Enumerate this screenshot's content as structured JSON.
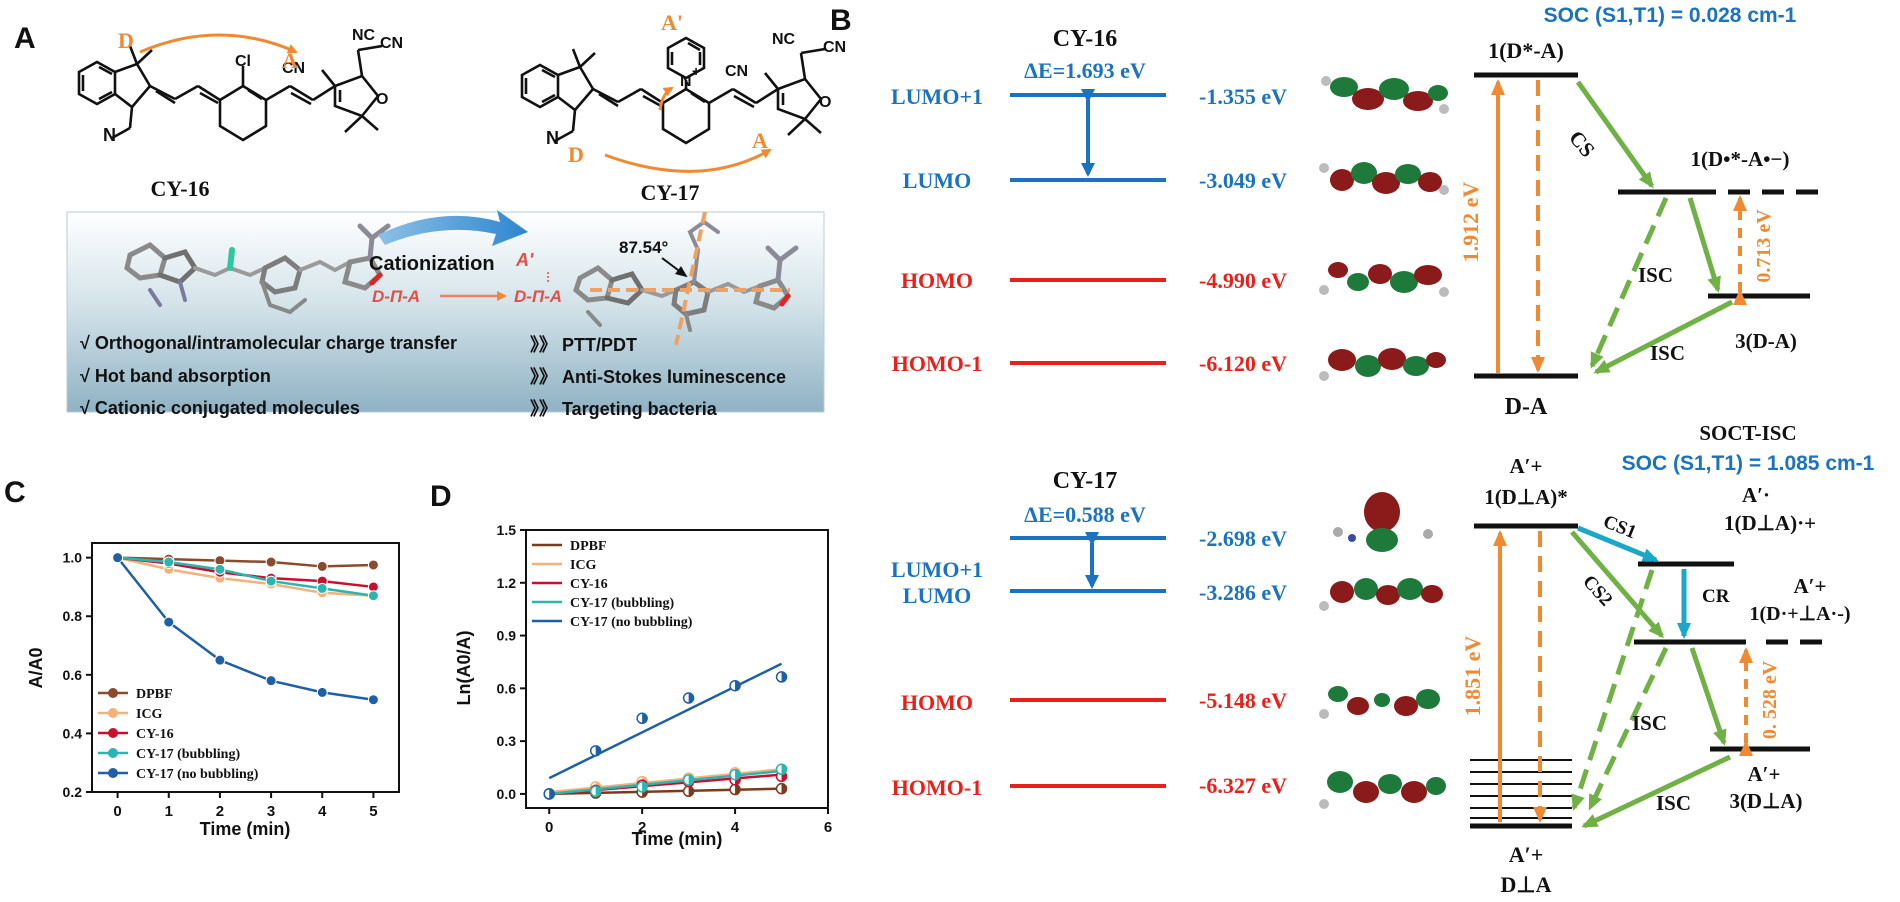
{
  "panel_labels": {
    "a": "A",
    "b": "B",
    "c": "C",
    "d": "D"
  },
  "panelA": {
    "cy16": {
      "name": "CY-16",
      "donor": "D",
      "acceptor": "A",
      "atoms": {
        "n": "N",
        "cl": "Cl",
        "cn": "CN",
        "nc": "NC",
        "o": "O"
      }
    },
    "cy17": {
      "name": "CY-17",
      "donor": "D",
      "acceptor": "A",
      "acceptor2": "A'",
      "atoms": {
        "n": "N",
        "nplus": "N",
        "plus": "+",
        "cn": "CN",
        "nc": "NC",
        "o": "O"
      }
    },
    "box": {
      "process": "Cationization",
      "a_prime": "A'",
      "before": "D-Π-A",
      "after": "D-Π-A",
      "angle": "87.54°",
      "features": [
        "√  Orthogonal/intramolecular charge transfer",
        "√  Hot band absorption",
        "√  Cationic conjugated molecules"
      ],
      "applications": [
        "》》 PTT/PDT",
        "》》 Anti-Stokes luminescence",
        "》》 Targeting bacteria"
      ]
    }
  },
  "panelB": {
    "cy16": {
      "title": "CY-16",
      "gap": "ΔE=1.693 eV",
      "orbitals": [
        {
          "name": "LUMO+1",
          "energy": "-1.355 eV",
          "color": "#1a72c0"
        },
        {
          "name": "LUMO",
          "energy": "-3.049 eV",
          "color": "#1a72c0"
        },
        {
          "name": "HOMO",
          "energy": "-4.990 eV",
          "color": "#e8201a"
        },
        {
          "name": "HOMO-1",
          "energy": "-6.120 eV",
          "color": "#e8201a"
        }
      ],
      "soc": "SOC (S1,T1) = 0.028 cm-1",
      "states": {
        "excited": "1(D*-A)",
        "ct": "1(D•*-A•−)",
        "triplet": "3(D-A)",
        "ground": "D-A"
      },
      "energies": {
        "abs": "1.912 eV",
        "gap": "0.713 eV"
      },
      "processes": {
        "cs": "CS",
        "isc1": "ISC",
        "isc2": "ISC"
      }
    },
    "cy17": {
      "title": "CY-17",
      "gap": "ΔE=0.588 eV",
      "orbitals": [
        {
          "name": "LUMO+1",
          "energy": "-2.698 eV",
          "color": "#1a72c0"
        },
        {
          "name": "LUMO",
          "energy": "-3.286 eV",
          "color": "#1a72c0"
        },
        {
          "name": "HOMO",
          "energy": "-5.148 eV",
          "color": "#e8201a"
        },
        {
          "name": "HOMO-1",
          "energy": "-6.327 eV",
          "color": "#e8201a"
        }
      ],
      "mechanism": "SOCT-ISC",
      "soc": "SOC (S1,T1) = 1.085 cm-1",
      "states": {
        "excited_top": "A′+",
        "excited": "1(D⊥A)*",
        "ct1_top": "A′·",
        "ct1": "1(D⊥A)·+",
        "ct2_top": "A′+",
        "ct2": "1(D·+⊥A·-)",
        "triplet_top": "A′+",
        "triplet": "3(D⊥A)",
        "ground_top": "A′+",
        "ground": "D⊥A"
      },
      "energies": {
        "abs": "1.851 eV",
        "gap": "0. 528 eV"
      },
      "processes": {
        "cs1": "CS1",
        "cs2": "CS2",
        "cr": "CR",
        "isc1": "ISC",
        "isc2": "ISC"
      }
    }
  },
  "chart_data": [
    {
      "type": "line",
      "panel": "C",
      "xlabel": "Time (min)",
      "ylabel": "A/A0",
      "xlim": [
        -0.5,
        5.5
      ],
      "ylim": [
        0.2,
        1.05
      ],
      "xticks": [
        0,
        1,
        2,
        3,
        4,
        5
      ],
      "yticks": [
        0.2,
        0.4,
        0.6,
        0.8,
        1.0
      ],
      "x": [
        0,
        1,
        2,
        3,
        4,
        5
      ],
      "grid": false,
      "legend_position": "bottom-left",
      "series": [
        {
          "name": "DPBF",
          "color": "#8b4a2b",
          "values": [
            1.0,
            0.995,
            0.99,
            0.985,
            0.97,
            0.975
          ]
        },
        {
          "name": "ICG",
          "color": "#f2b27a",
          "values": [
            1.0,
            0.96,
            0.93,
            0.91,
            0.88,
            0.87
          ]
        },
        {
          "name": "CY-16",
          "color": "#c8102e",
          "values": [
            1.0,
            0.98,
            0.95,
            0.93,
            0.92,
            0.9
          ]
        },
        {
          "name": "CY-17 (bubbling)",
          "color": "#2ab5b0",
          "values": [
            1.0,
            0.985,
            0.96,
            0.92,
            0.895,
            0.87
          ]
        },
        {
          "name": "CY-17 (no bubbling)",
          "color": "#1f5fa8",
          "values": [
            1.0,
            0.78,
            0.65,
            0.58,
            0.54,
            0.515
          ]
        }
      ]
    },
    {
      "type": "scatter",
      "panel": "D",
      "xlabel": "Time (min)",
      "ylabel": "Ln(A0/A)",
      "xlim": [
        -0.5,
        6
      ],
      "ylim": [
        -0.08,
        1.5
      ],
      "xticks": [
        0,
        2,
        4,
        6
      ],
      "yticks": [
        0.0,
        0.3,
        0.6,
        0.9,
        1.2,
        1.5
      ],
      "x": [
        0,
        1,
        2,
        3,
        4,
        5
      ],
      "grid": false,
      "legend_position": "top-left",
      "series": [
        {
          "name": "DPBF",
          "color": "#7a3b1d",
          "values": [
            0.0,
            0.005,
            0.01,
            0.015,
            0.025,
            0.03
          ],
          "fit": [
            0.0,
            0.03
          ]
        },
        {
          "name": "ICG",
          "color": "#f2b27a",
          "values": [
            0.0,
            0.04,
            0.07,
            0.09,
            0.12,
            0.14
          ],
          "fit": [
            0.01,
            0.14
          ]
        },
        {
          "name": "CY-16",
          "color": "#c8102e",
          "values": [
            0.0,
            0.02,
            0.05,
            0.07,
            0.08,
            0.1
          ],
          "fit": [
            0.0,
            0.11
          ]
        },
        {
          "name": "CY-17 (bubbling)",
          "color": "#2ab5b0",
          "values": [
            0.0,
            0.015,
            0.04,
            0.08,
            0.11,
            0.14
          ],
          "fit": [
            0.0,
            0.13
          ]
        },
        {
          "name": "CY-17 (no bubbling)",
          "color": "#1f5fa8",
          "values": [
            0.0,
            0.245,
            0.43,
            0.545,
            0.615,
            0.665
          ],
          "fit": [
            0.09,
            0.74
          ]
        }
      ]
    }
  ]
}
